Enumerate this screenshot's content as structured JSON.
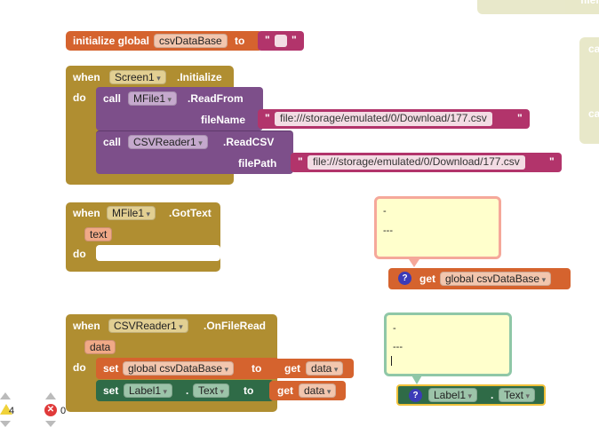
{
  "colors": {
    "variable": "#d5632e",
    "text": "#b2346b",
    "event": "#b08e31",
    "procedure": "#7d4f8a",
    "component_set": "#2f6b47",
    "comment_bg": "#ffffcc",
    "comment_border_red": "#f5a89a",
    "comment_border_green": "#8fc7a7",
    "highlight": "#f0c13a"
  },
  "ghost_blocks": {
    "top_right_label": "filel",
    "side_label_1": "ca",
    "side_label_2": "ca"
  },
  "init_block": {
    "keyword": "initialize global",
    "name": "csvDataBase",
    "to": "to",
    "string_value": ""
  },
  "screen_init": {
    "when": "when",
    "component": "Screen1",
    "event": ".Initialize",
    "do": "do",
    "call1": {
      "call": "call",
      "component": "MFile1",
      "method": ".ReadFrom",
      "param_label": "fileName",
      "value": "file:///storage/emulated/0/Download/177.csv"
    },
    "call2": {
      "call": "call",
      "component": "CSVReader1",
      "method": ".ReadCSV",
      "param_label": "filePath",
      "value": "file:///storage/emulated/0/Download/177.csv"
    }
  },
  "gottext": {
    "when": "when",
    "component": "MFile1",
    "event": ".GotText",
    "param": "text",
    "do": "do"
  },
  "comment1": {
    "line1": "-",
    "line2": "---",
    "get": "get",
    "var": "global csvDataBase",
    "help_icon": "?"
  },
  "onfileread": {
    "when": "when",
    "component": "CSVReader1",
    "event": ".OnFileRead",
    "param": "data",
    "do": "do",
    "set1": {
      "set": "set",
      "var": "global csvDataBase",
      "to": "to",
      "get": "get",
      "get_var": "data"
    },
    "set2": {
      "set": "set",
      "component": "Label1",
      "dot": ".",
      "property": "Text",
      "to": "to",
      "get": "get",
      "get_var": "data"
    }
  },
  "comment2": {
    "line1": "-",
    "line2": "---",
    "component": "Label1",
    "dot": ".",
    "property": "Text",
    "help_icon": "?"
  },
  "status": {
    "warnings_count": "4",
    "errors_count": "0",
    "warning_icon": "warning-triangle-icon",
    "error_icon": "error-x-icon"
  }
}
